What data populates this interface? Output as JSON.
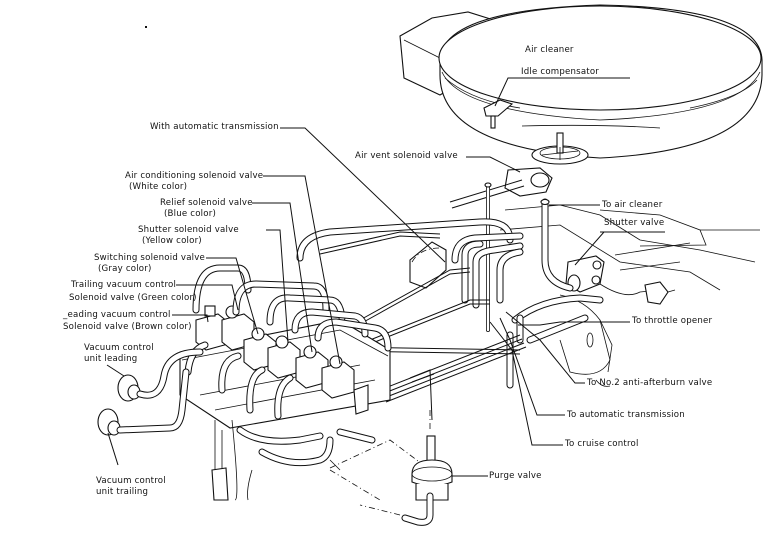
{
  "diagram": {
    "title": "Vacuum hose routing diagram",
    "labels": {
      "air_cleaner": "Air cleaner",
      "idle_compensator": "Idle compensator",
      "with_automatic_transmission": "With automatic transmission",
      "air_vent_solenoid_valve": "Air vent solenoid valve",
      "ac_solenoid_valve_line1": "Air conditioning solenoid valve",
      "ac_solenoid_valve_line2": "(White color)",
      "relief_solenoid_valve_line1": "Relief solenoid valve",
      "relief_solenoid_valve_line2": "(Blue color)",
      "shutter_solenoid_valve_line1": "Shutter solenoid valve",
      "shutter_solenoid_valve_line2": "(Yellow color)",
      "switching_solenoid_valve_line1": "Switching solenoid valve",
      "switching_solenoid_valve_line2": "(Gray color)",
      "trailing_vacuum_control_line1": "Trailing vacuum control",
      "trailing_vacuum_control_line2": "Solenoid valve (Green color)",
      "leading_vacuum_control_line1": "_eading vacuum control",
      "leading_vacuum_control_line2": "Solenoid valve (Brown color)",
      "vcu_leading_line1": "Vacuum control",
      "vcu_leading_line2": "unit leading",
      "vcu_trailing_line1": "Vacuum control",
      "vcu_trailing_line2": "unit trailing",
      "to_air_cleaner": "To air cleaner",
      "shutter_valve": "Shutter valve",
      "to_throttle_opener": "To throttle opener",
      "to_no2_anti_afterburn_valve": "To No.2 anti-afterburn valve",
      "to_automatic_transmission": "To automatic transmission",
      "to_cruise_control": "To cruise control",
      "purge_valve": "Purge valve"
    }
  }
}
